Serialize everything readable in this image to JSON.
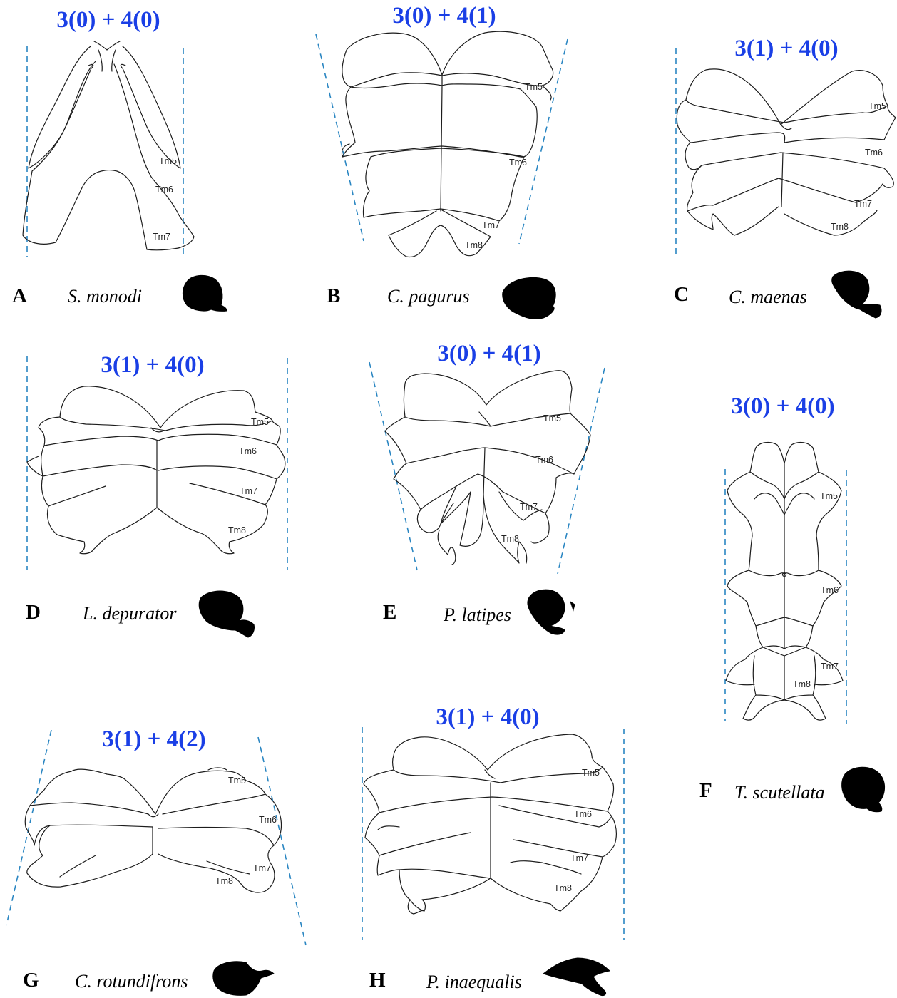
{
  "panels": [
    {
      "letter": "A",
      "species": "S. monodi",
      "formula": "3(0) + 4(0)",
      "tm": [
        "Tm5",
        "Tm6",
        "Tm7"
      ]
    },
    {
      "letter": "B",
      "species": "C. pagurus",
      "formula": "3(0) + 4(1)",
      "tm": [
        "Tm5",
        "Tm6",
        "Tm7",
        "Tm8"
      ]
    },
    {
      "letter": "C",
      "species": "C. maenas",
      "formula": "3(1) + 4(0)",
      "tm": [
        "Tm5",
        "Tm6",
        "Tm7",
        "Tm8"
      ]
    },
    {
      "letter": "D",
      "species": "L. depurator",
      "formula": "3(1) + 4(0)",
      "tm": [
        "Tm5",
        "Tm6",
        "Tm7",
        "Tm8"
      ]
    },
    {
      "letter": "E",
      "species": "P. latipes",
      "formula": "3(0) + 4(1)",
      "tm": [
        "Tm5",
        "Tm6",
        "Tm7",
        "Tm8"
      ]
    },
    {
      "letter": "F",
      "species": "T. scutellata",
      "formula": "3(0) + 4(0)",
      "tm": [
        "Tm5",
        "Tm6",
        "Tm7",
        "Tm8"
      ]
    },
    {
      "letter": "G",
      "species": "C. rotundifrons",
      "formula": "3(1) + 4(2)",
      "tm": [
        "Tm5",
        "Tm6",
        "Tm7",
        "Tm8"
      ]
    },
    {
      "letter": "H",
      "species": "P. inaequalis",
      "formula": "3(1) + 4(0)",
      "tm": [
        "Tm5",
        "Tm6",
        "Tm7",
        "Tm8"
      ]
    }
  ],
  "colors": {
    "formula": "#1a3fe6",
    "guide_lines": "#2a86c2",
    "outline": "#1c1c1c",
    "silhouette": "#000000"
  }
}
